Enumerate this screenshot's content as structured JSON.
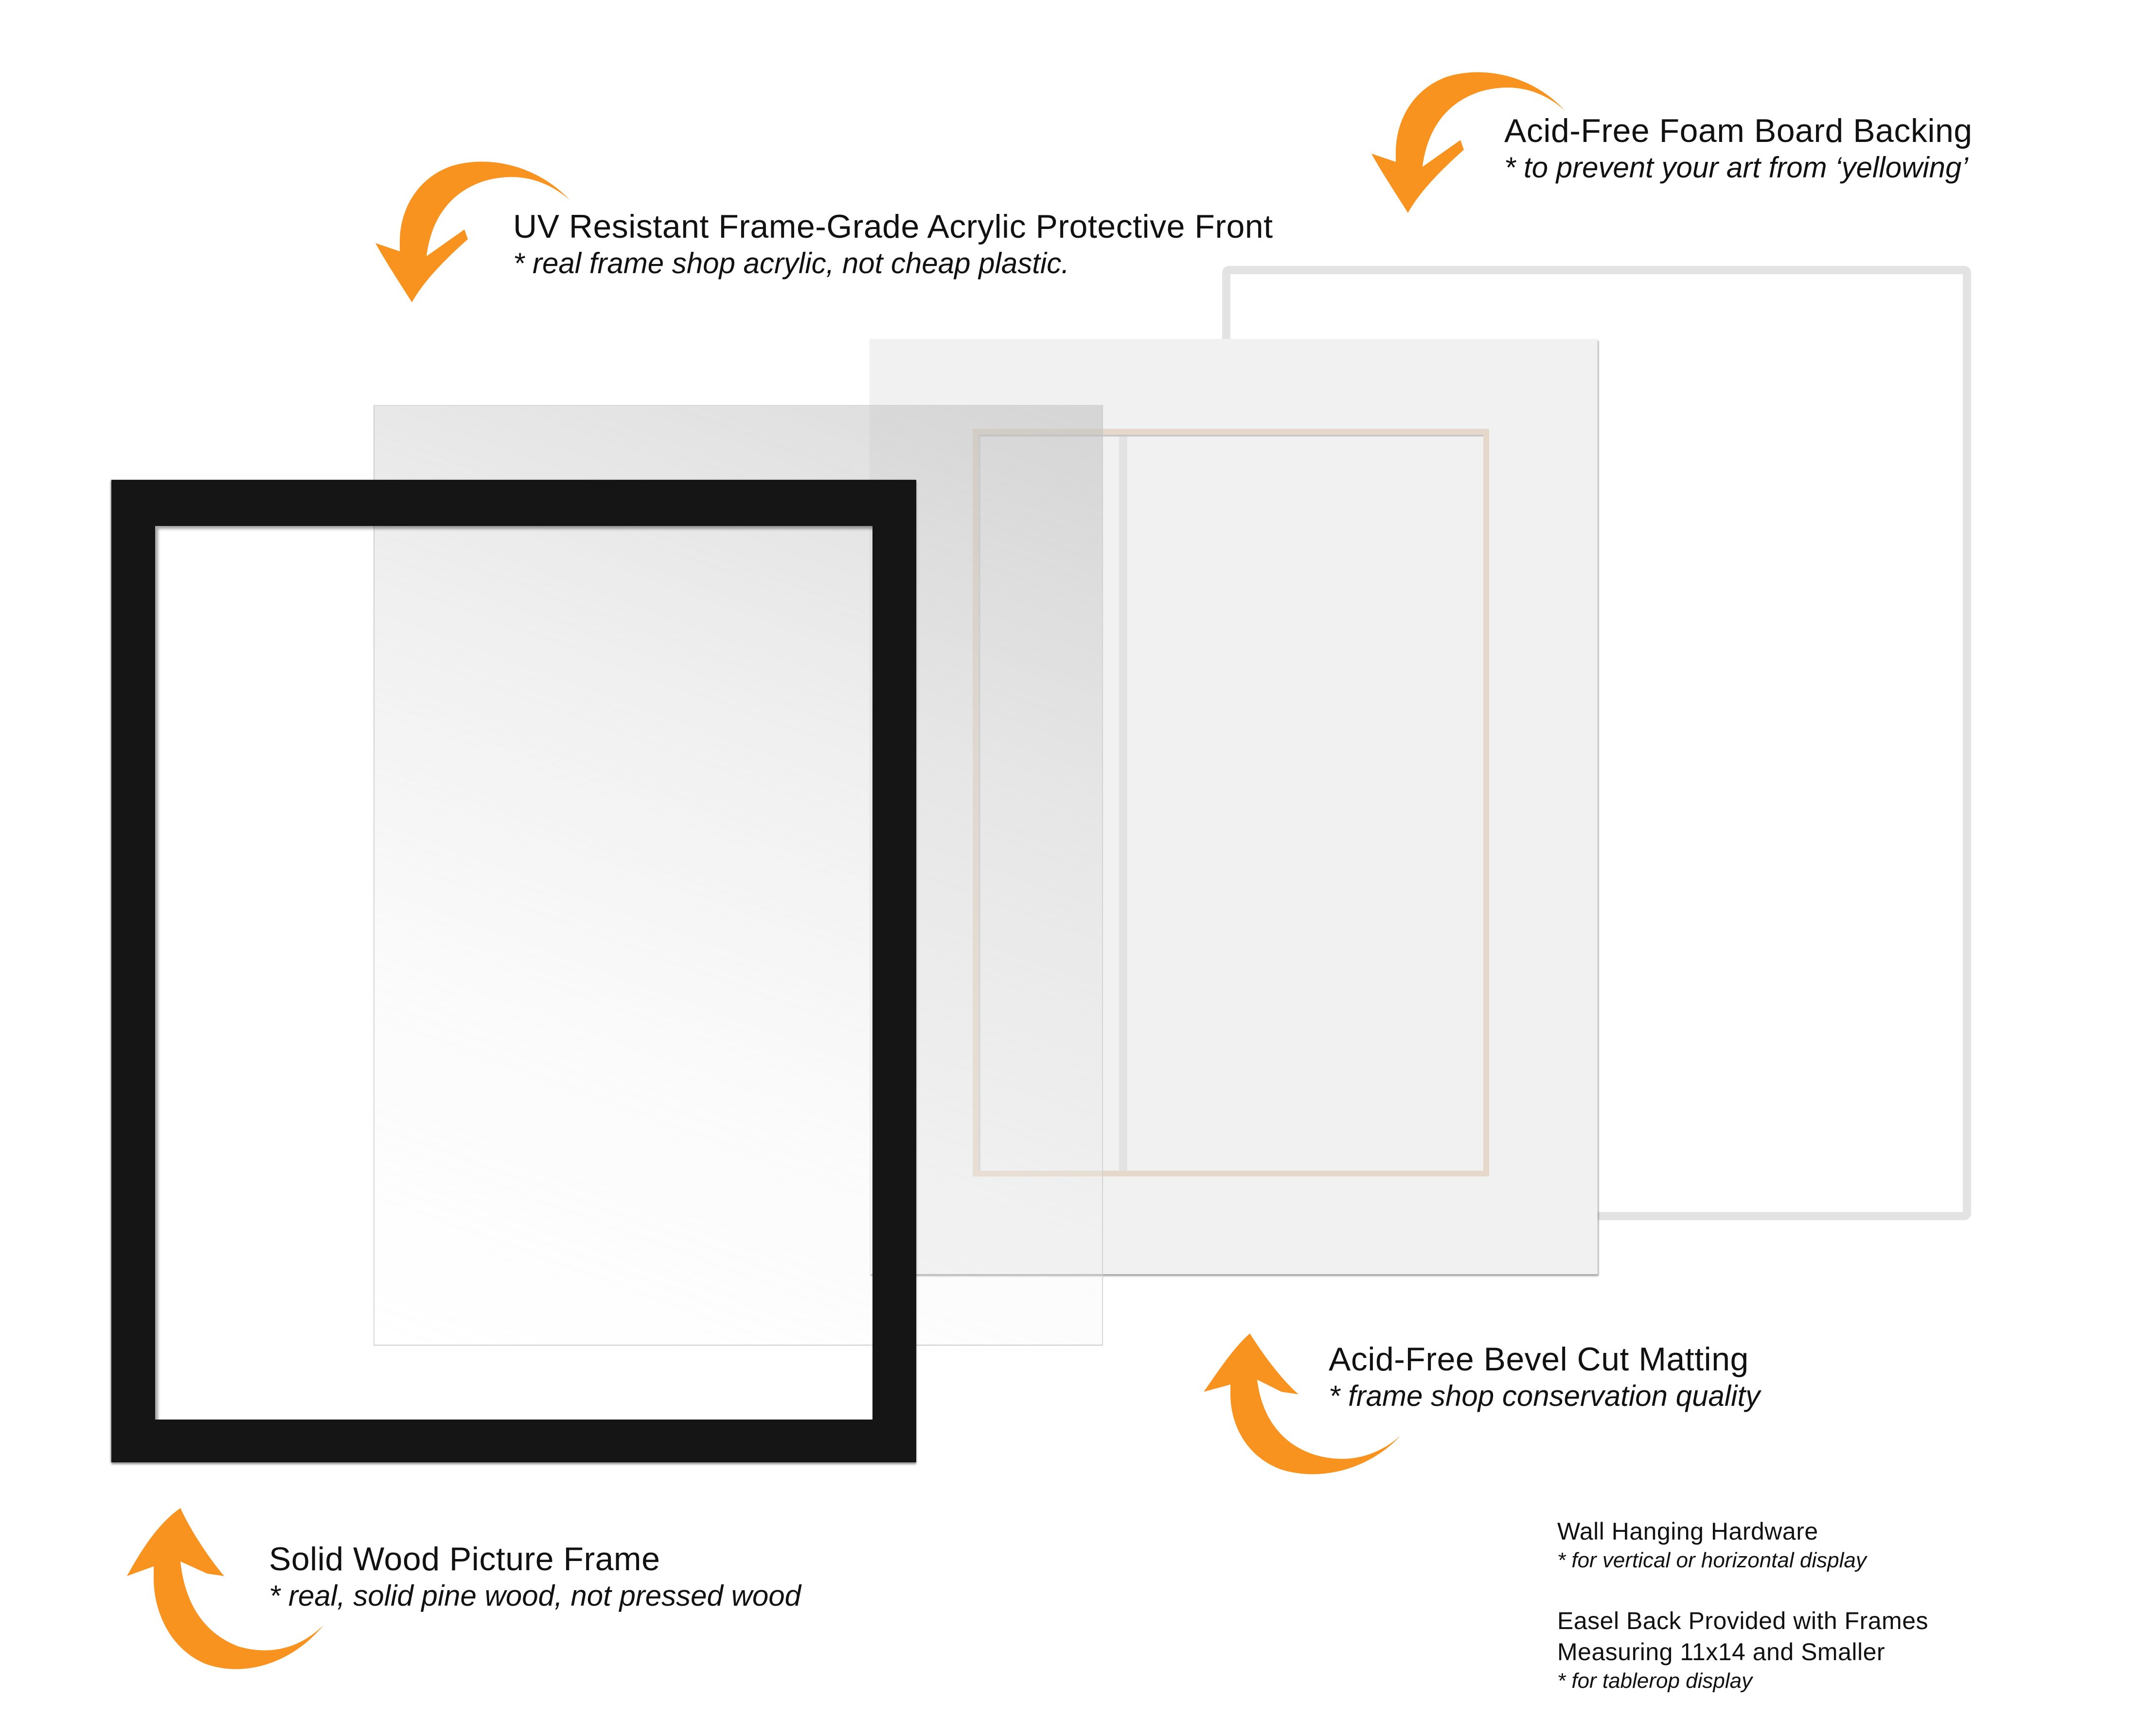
{
  "colors": {
    "arrow": "#F7931E",
    "frame": "#151515",
    "matting": "#F1F1F1",
    "mat_bevel": "#E6D9CC",
    "foam_board_edge": "#E3E3E3",
    "text": "#111111"
  },
  "components": {
    "foam_board": {
      "title": "Acid-Free Foam Board Backing",
      "note": "* to prevent your art from ‘yellowing’",
      "icon": "curved-arrow-down-left"
    },
    "acrylic": {
      "title": "UV Resistant Frame-Grade Acrylic Protective Front",
      "note": "* real frame shop acrylic, not cheap plastic.",
      "icon": "curved-arrow-down-left"
    },
    "matting": {
      "title": "Acid-Free Bevel Cut Matting",
      "note": "* frame shop conservation quality",
      "icon": "curved-arrow-up-left"
    },
    "frame": {
      "title": "Solid Wood Picture Frame",
      "note": "* real, solid pine wood, not pressed wood",
      "icon": "curved-arrow-up-left"
    }
  },
  "extras": {
    "hardware": {
      "title": "Wall Hanging Hardware",
      "note": "* for vertical or horizontal display"
    },
    "easel": {
      "title_line1": "Easel Back Provided with Frames",
      "title_line2": "Measuring 11x14 and Smaller",
      "note": "* for tablerop display"
    }
  }
}
